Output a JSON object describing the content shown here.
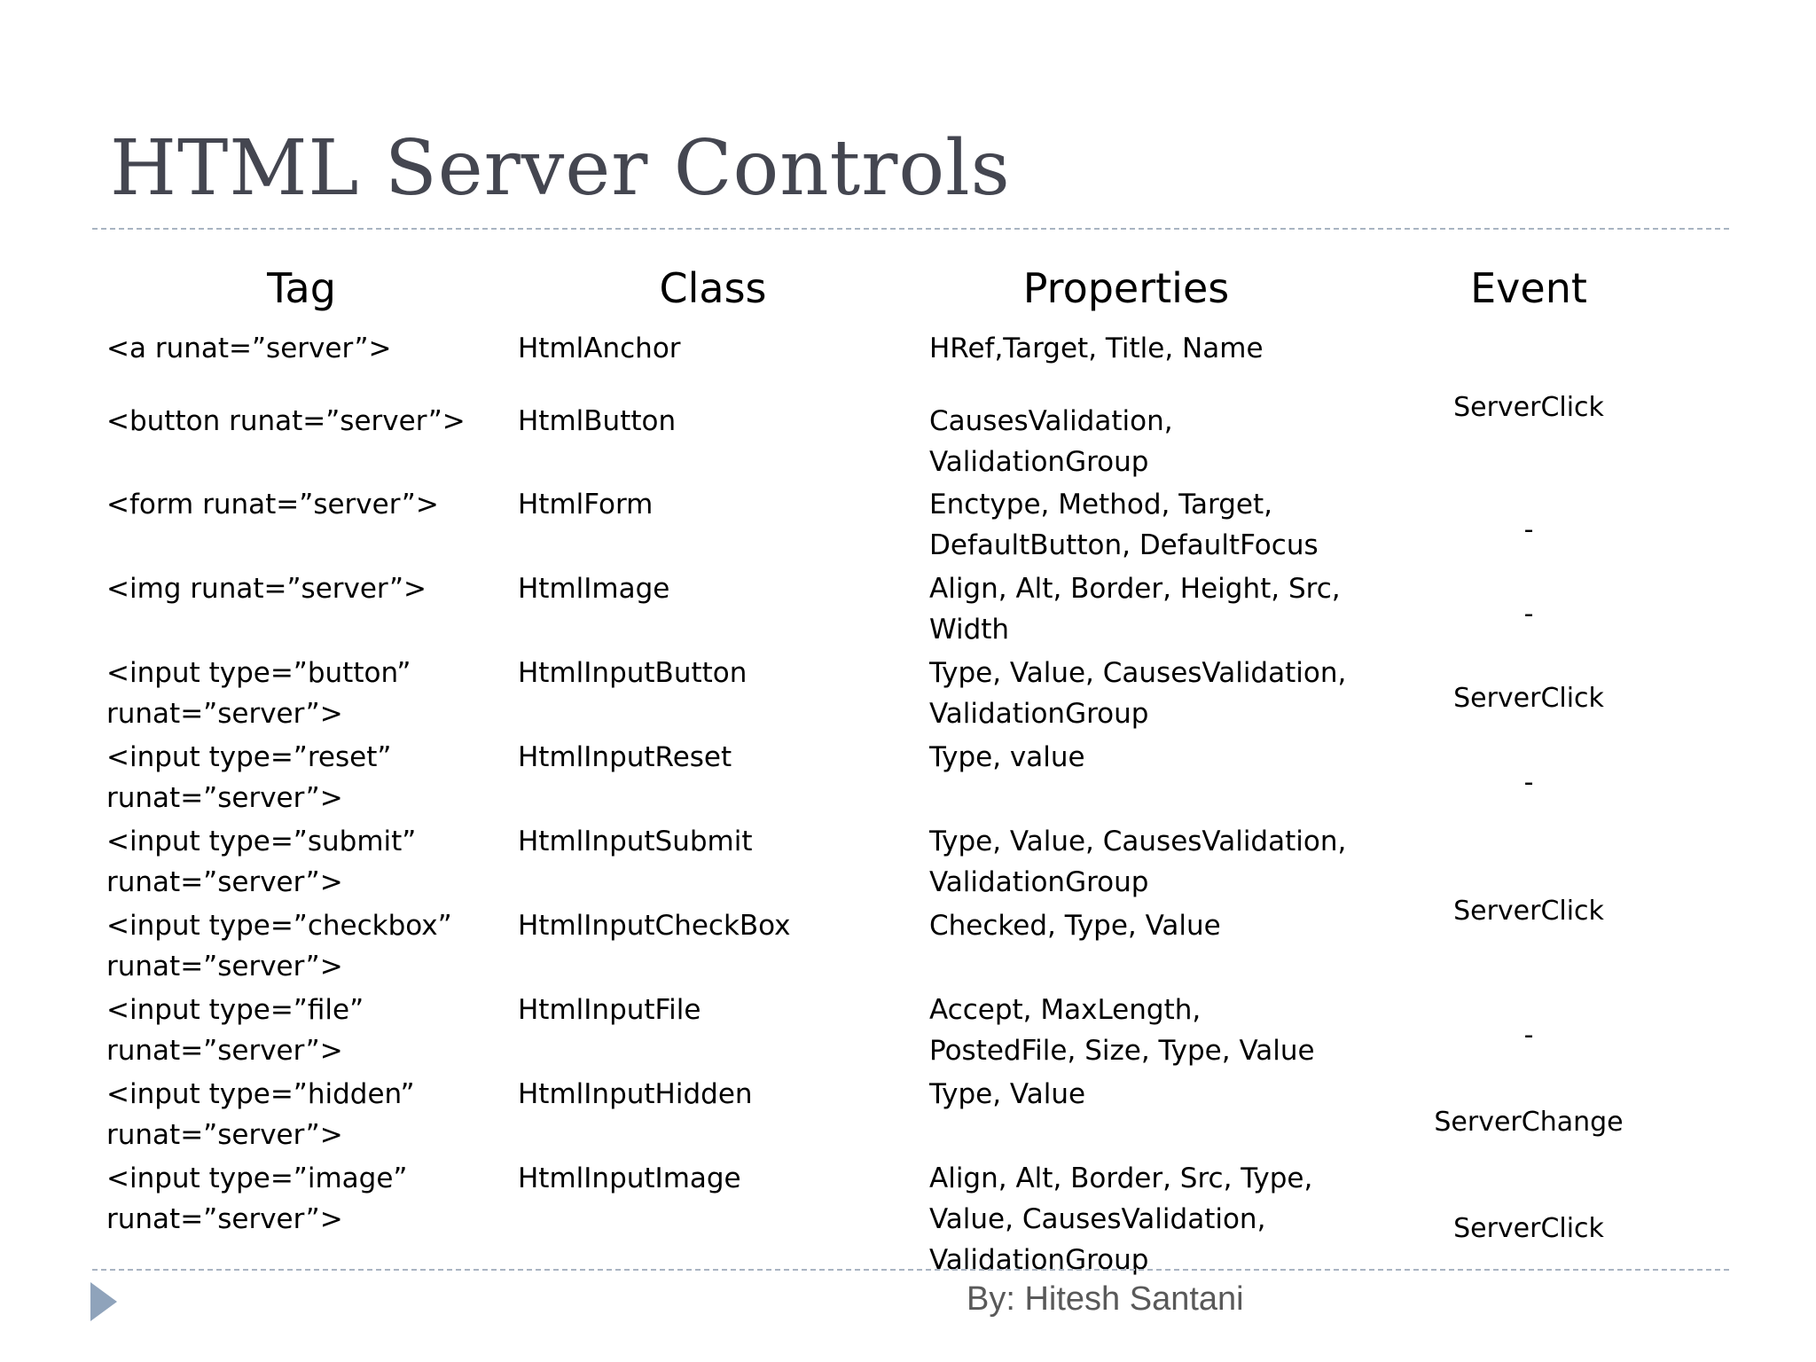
{
  "title": "HTML Server Controls",
  "headers": {
    "tag": "Tag",
    "class": "Class",
    "properties": "Properties",
    "event": "Event"
  },
  "rows": [
    {
      "tag": [
        "<a runat=”server”>"
      ],
      "class": "HtmlAnchor",
      "props": [
        "HRef,Target, Title, Name"
      ]
    },
    {
      "tag": [
        "<button runat=”server”>"
      ],
      "class": "HtmlButton",
      "props": [
        "CausesValidation,",
        "ValidationGroup"
      ]
    },
    {
      "tag": [
        "<form runat=”server”>"
      ],
      "class": "HtmlForm",
      "props": [
        "Enctype, Method, Target,",
        "DefaultButton, DefaultFocus"
      ]
    },
    {
      "tag": [
        "<img runat=”server”>"
      ],
      "class": "HtmlImage",
      "props": [
        "Align, Alt, Border, Height, Src,",
        "Width"
      ]
    },
    {
      "tag": [
        "<input type=”button”",
        "runat=”server”>"
      ],
      "class": "HtmlInputButton",
      "props": [
        "Type, Value, CausesValidation,",
        "ValidationGroup"
      ]
    },
    {
      "tag": [
        "<input type=”reset”",
        "runat=”server”>"
      ],
      "class": "HtmlInputReset",
      "props": [
        "Type, value"
      ]
    },
    {
      "tag": [
        "<input type=”submit”",
        "runat=”server”>"
      ],
      "class": "HtmlInputSubmit",
      "props": [
        "Type, Value, CausesValidation,",
        "ValidationGroup"
      ]
    },
    {
      "tag": [
        "<input type=”checkbox”",
        "runat=”server”>"
      ],
      "class": "HtmlInputCheckBox",
      "props": [
        "Checked, Type, Value"
      ]
    },
    {
      "tag": [
        "<input type=”file”",
        "runat=”server”>"
      ],
      "class": "HtmlInputFile",
      "props": [
        "Accept, MaxLength,",
        "PostedFile, Size, Type, Value"
      ]
    },
    {
      "tag": [
        "<input type=”hidden”",
        "runat=”server”>"
      ],
      "class": "HtmlInputHidden",
      "props": [
        "Type, Value"
      ]
    },
    {
      "tag": [
        "<input type=”image”",
        "runat=”server”>"
      ],
      "class": "HtmlInputImage",
      "props": [
        "Align, Alt, Border, Src, Type,",
        "Value, CausesValidation,",
        "ValidationGroup"
      ]
    }
  ],
  "events": [
    "ServerClick",
    "-",
    "-",
    "ServerClick",
    "-",
    "ServerClick",
    "-",
    "ServerChange",
    "ServerClick"
  ],
  "footer": "By: Hitesh Santani"
}
